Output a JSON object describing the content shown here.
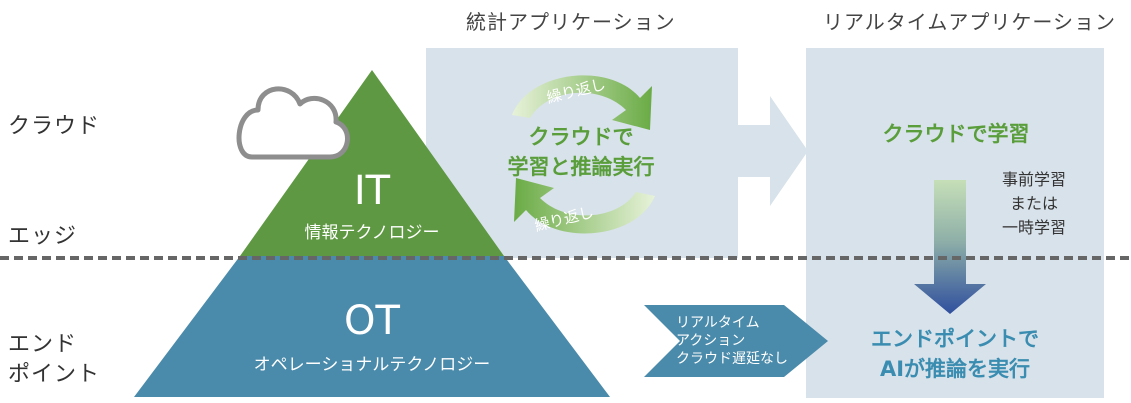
{
  "columns": {
    "statistical_app": "統計アプリケーション",
    "realtime_app": "リアルタイムアプリケーション"
  },
  "rows": {
    "cloud": "クラウド",
    "edge": "エッジ",
    "endpoint_line1": "エンド",
    "endpoint_line2": "ポイント"
  },
  "pyramid": {
    "it_title": "IT",
    "it_subtitle": "情報テクノロジー",
    "ot_title": "OT",
    "ot_subtitle": "オペレーショナルテクノロジー"
  },
  "statistical_panel": {
    "repeat_label_top": "繰り返し",
    "repeat_label_bottom": "繰り返し",
    "main_line1": "クラウドで",
    "main_line2": "学習と推論実行"
  },
  "realtime_panel": {
    "cloud_text": "クラウドで学習",
    "training_note_line1": "事前学習",
    "training_note_line2": "または",
    "training_note_line3": "一時学習",
    "endpoint_line1": "エンドポイントで",
    "endpoint_line2": "AIが推論を実行"
  },
  "realtime_action": {
    "line1": "リアルタイム",
    "line2": "アクション",
    "line3": "クラウド遅延なし"
  },
  "colors": {
    "it_green": "#5e9842",
    "ot_teal": "#4a8aaa",
    "panel_bg": "#d8e2ea",
    "accent_green": "#5a9e3c",
    "accent_teal": "#3a8db0",
    "arrow_blue": "#2f4f9e"
  }
}
